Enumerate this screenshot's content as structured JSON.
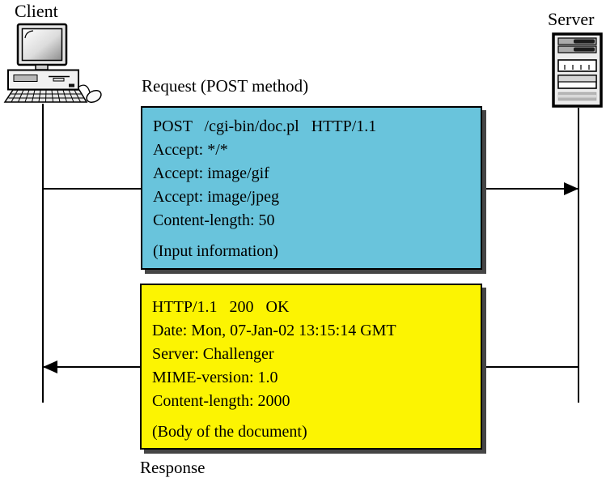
{
  "labels": {
    "client": "Client",
    "server": "Server",
    "request": "Request (POST method)",
    "response": "Response"
  },
  "request_box": {
    "color": "#69C4DC",
    "lines": [
      "POST   /cgi-bin/doc.pl   HTTP/1.1",
      "Accept: */*",
      "Accept: image/gif",
      "Accept: image/jpeg",
      "Content-length: 50"
    ],
    "note": "(Input information)"
  },
  "response_box": {
    "color": "#FCF402",
    "lines": [
      "HTTP/1.1   200   OK",
      "Date: Mon, 07-Jan-02 13:15:14 GMT",
      "Server: Challenger",
      "MIME-version: 1.0",
      "Content-length: 2000"
    ],
    "note": "(Body of the document)"
  },
  "icons": {
    "client": "desktop-computer-icon",
    "server": "server-tower-icon"
  },
  "arrows": {
    "request": {
      "from": "client",
      "to": "server"
    },
    "response": {
      "from": "server",
      "to": "client"
    }
  }
}
